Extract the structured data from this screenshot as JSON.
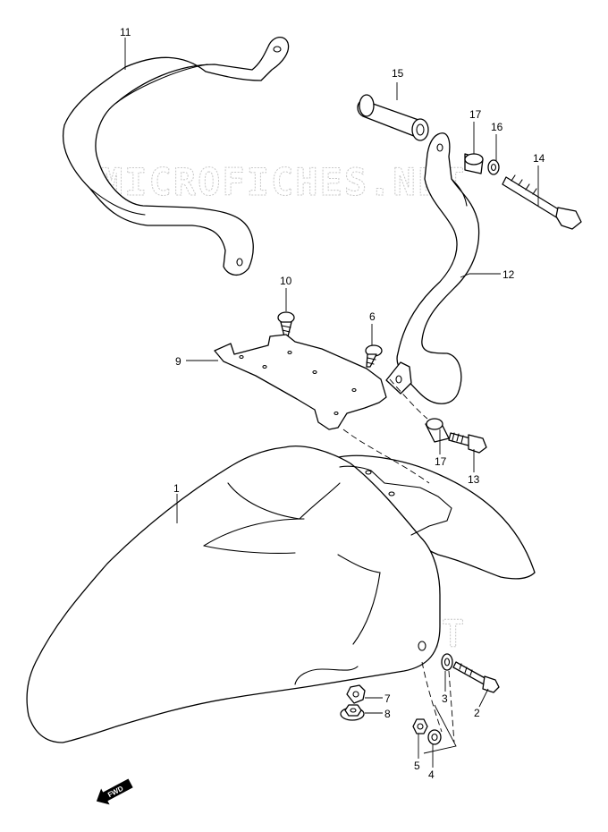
{
  "watermark": "MICROFICHES.NET",
  "fwd_label": "FWD",
  "callouts": [
    "1",
    "2",
    "3",
    "4",
    "5",
    "6",
    "7",
    "8",
    "9",
    "10",
    "11",
    "12",
    "13",
    "14",
    "15",
    "16",
    "17",
    "17"
  ]
}
